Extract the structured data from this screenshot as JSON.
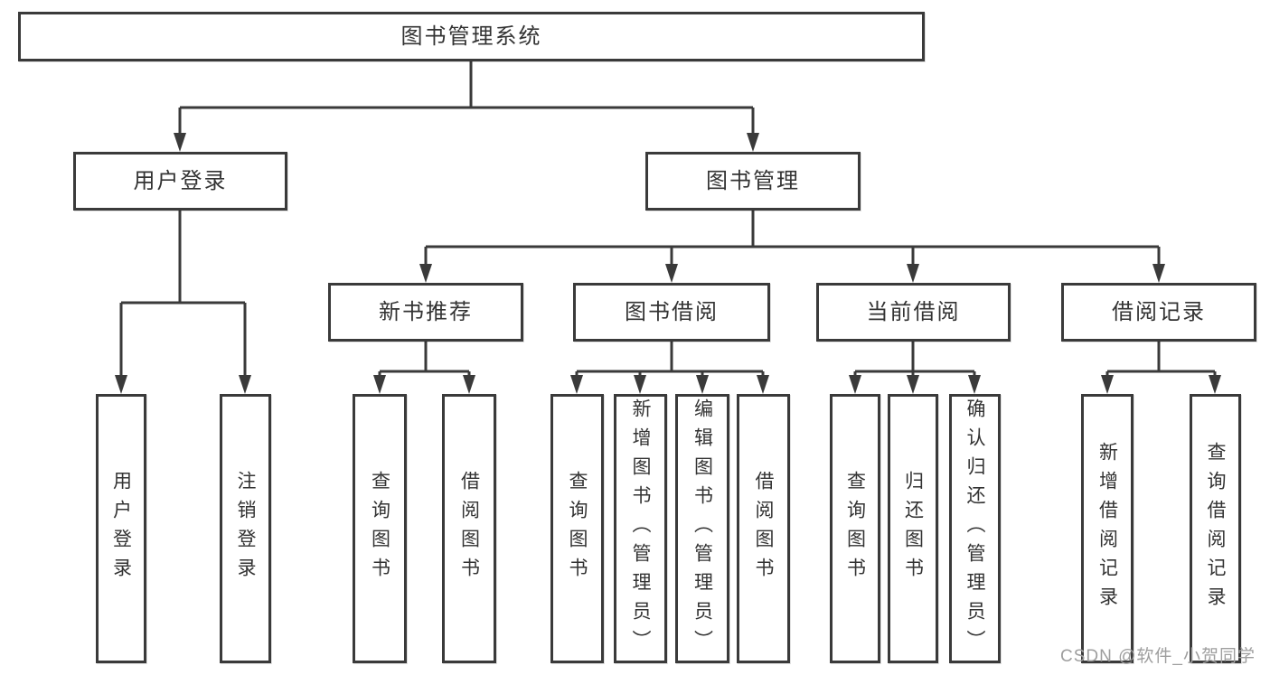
{
  "tree": {
    "root": "图书管理系统",
    "children": [
      {
        "label": "用户登录",
        "children": [
          "用户登录",
          "注销登录"
        ]
      },
      {
        "label": "图书管理",
        "children": [
          {
            "label": "新书推荐",
            "children": [
              "查询图书",
              "借阅图书"
            ]
          },
          {
            "label": "图书借阅",
            "children": [
              "查询图书",
              "新增图书（管理员）",
              "编辑图书（管理员）",
              "借阅图书"
            ]
          },
          {
            "label": "当前借阅",
            "children": [
              "查询图书",
              "归还图书",
              "确认归还（管理员）"
            ]
          },
          {
            "label": "借阅记录",
            "children": [
              "新增借阅记录",
              "查询借阅记录"
            ]
          }
        ]
      }
    ]
  },
  "watermark": "CSDN @软件_小贺同学",
  "colors": {
    "line": "#3a3a3a",
    "text": "#333333",
    "background": "#ffffff",
    "watermark": "#9e9e9e"
  }
}
